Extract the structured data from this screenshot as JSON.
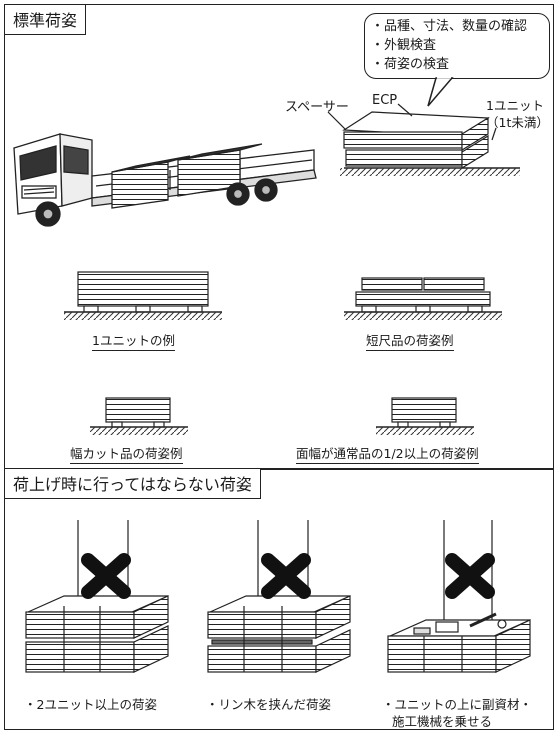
{
  "standard": {
    "title": "標準荷姿",
    "checks": [
      "・品種、寸法、数量の確認",
      "・外観検査",
      "・荷姿の検査"
    ],
    "labels": {
      "spacer": "スペーサー",
      "ecp": "ECP",
      "unit_line1": "1ユニット",
      "unit_line2": "（1t未満）"
    },
    "examples": [
      "1ユニットの例",
      "短尺品の荷姿例",
      "幅カット品の荷姿例",
      "面幅が通常品の1/2以上の荷姿例"
    ]
  },
  "prohibited": {
    "title": "荷上げ時に行ってはならない荷姿",
    "captions": [
      "・2ユニット以上の荷姿",
      "・リン木を挟んだ荷姿",
      "・ユニットの上に副資材・",
      "施工機械を乗せる"
    ]
  }
}
